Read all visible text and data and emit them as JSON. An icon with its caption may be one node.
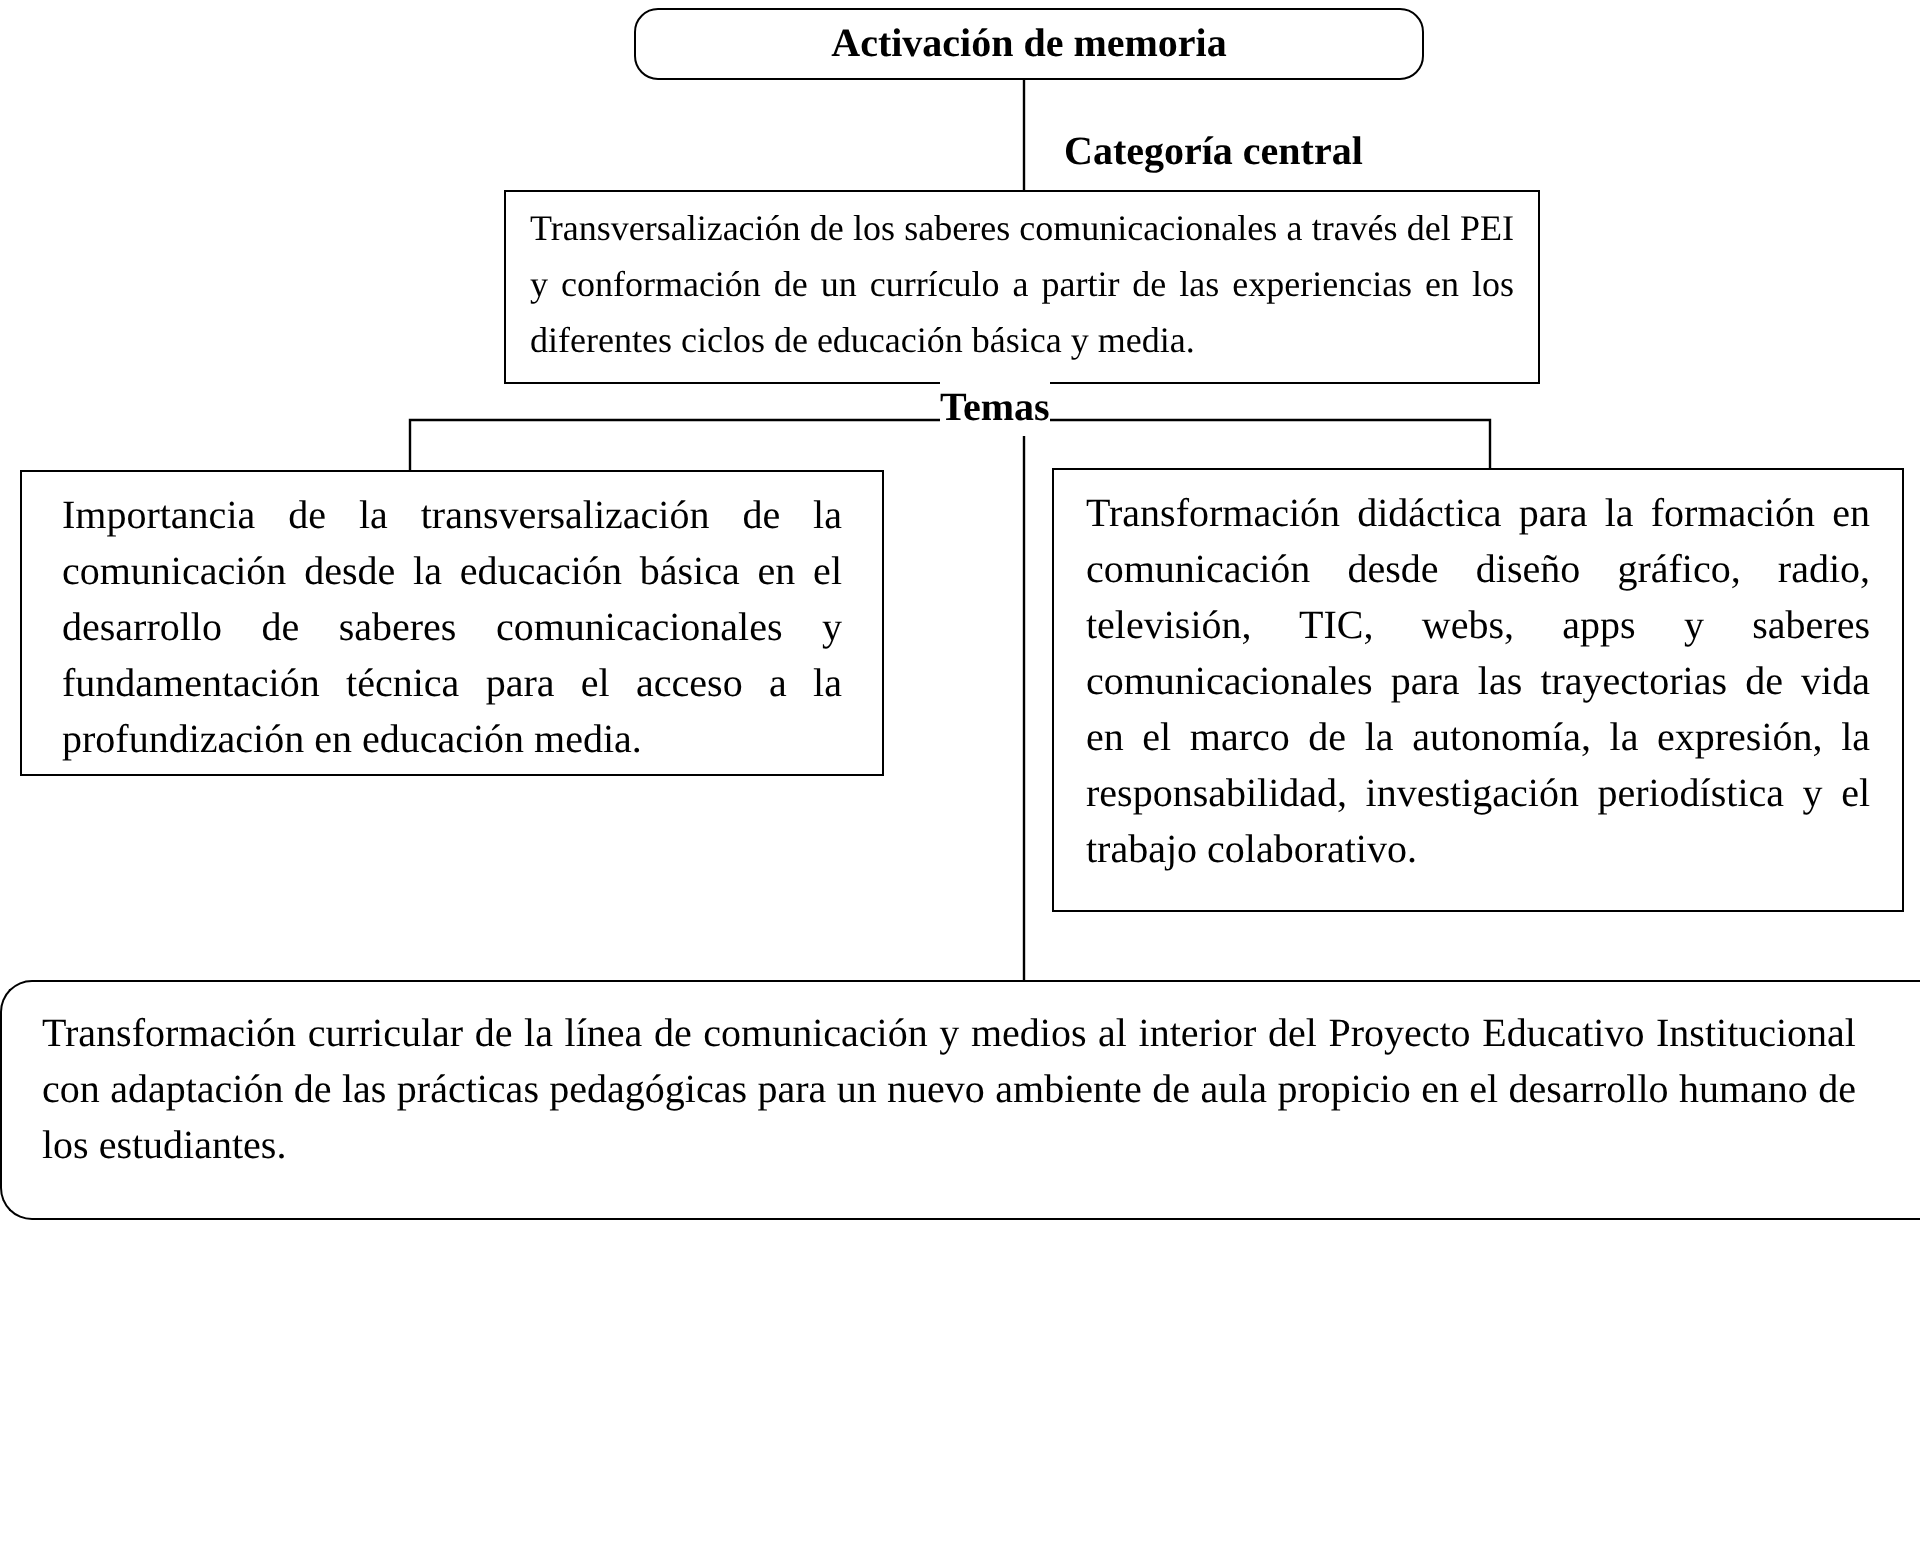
{
  "diagram": {
    "nodes": [
      {
        "text": [
          "Activación de memoria"
        ]
      },
      {
        "text": [
          "Transversalización de los saberes comunicacionales a través del PEI y conformación de un currículo a partir de las experiencias en los diferentes ciclos de educación básica y media."
        ]
      },
      {
        "text": [
          "Importancia de la transversalización de la comunicación desde la educación básica en el desarrollo de saberes comunicacionales y fundamentación técnica para el acceso a la profundización en educación media."
        ]
      },
      {
        "text": [
          "Transformación didáctica para la formación en comunicación desde diseño gráfico, radio, televisión, TIC, webs, apps y saberes comunicacionales para las trayectorias de vida en el marco de la autonomía, la expresión, la responsabilidad, investigación periodística y el trabajo colaborativo."
        ]
      },
      {
        "text": [
          "Transformación curricular de la línea de comunicación y medios al interior del Proyecto Educativo Institucional con adaptación de las prácticas pedagógicas para un nuevo ambiente de aula propicio en el desarrollo humano de los estudiantes."
        ]
      }
    ],
    "edges": [
      {
        "from": 0,
        "to": 1,
        "arrow": "none"
      },
      {
        "from": 1,
        "to": 2,
        "arrow": "none"
      },
      {
        "from": 1,
        "to": 3,
        "arrow": "none"
      },
      {
        "from": 1,
        "to": 4,
        "arrow": "none"
      }
    ],
    "labels": [
      "Categoría central",
      "Temas"
    ]
  }
}
